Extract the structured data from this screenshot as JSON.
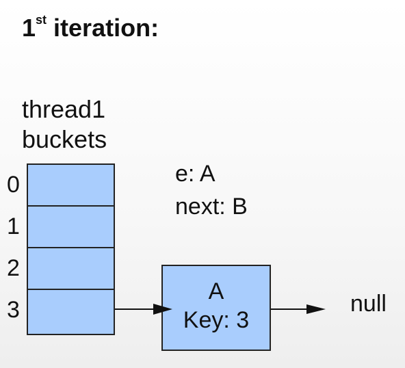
{
  "title": {
    "ordinal": "1",
    "suffix": "st",
    "text": " iteration:"
  },
  "buckets": {
    "label_line1": "thread1",
    "label_line2": "buckets",
    "indices": [
      "0",
      "1",
      "2",
      "3"
    ]
  },
  "variables": {
    "e": "e: A",
    "next": "next: B"
  },
  "node": {
    "name": "A",
    "key": "Key: 3"
  },
  "terminal": "null",
  "colors": {
    "cell_fill": "#a9cdfd",
    "stroke": "#222222"
  }
}
